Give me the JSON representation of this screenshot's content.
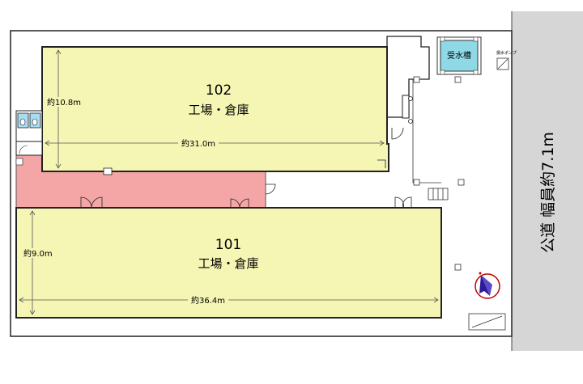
{
  "units": [
    {
      "number": "102",
      "use": "工場・倉庫",
      "height_label": "約10.8m",
      "width_label": "約31.0m"
    },
    {
      "number": "101",
      "use": "工場・倉庫",
      "height_label": "約9.0m",
      "width_label": "約36.4m"
    }
  ],
  "road_label": "公道 幅員約7.1m",
  "water_tank_label": "受水槽",
  "pump_label": "揚水ポンプ",
  "colors": {
    "warehouse": "#f5f6b3",
    "corridor": "#f4a6a6",
    "road": "#d6d6d6",
    "tank": "#8fd8e6",
    "toilet": "#a8dcf2",
    "north_arrow": "#2b1a9a"
  }
}
